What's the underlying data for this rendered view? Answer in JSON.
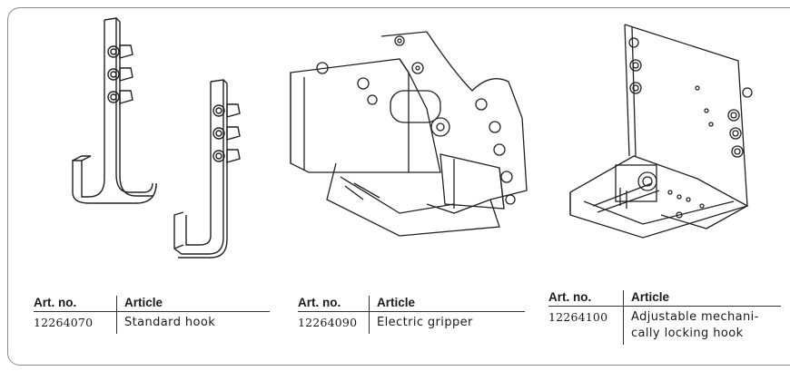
{
  "tables": [
    {
      "header": {
        "art_no": "Art. no.",
        "article": "Article"
      },
      "row": {
        "art_no": "12264070",
        "article": "Standard hook"
      }
    },
    {
      "header": {
        "art_no": "Art. no.",
        "article": "Article"
      },
      "row": {
        "art_no": "12264090",
        "article": "Electric gripper"
      }
    },
    {
      "header": {
        "art_no": "Art. no.",
        "article": "Article"
      },
      "row": {
        "art_no": "12264100",
        "article_line1": "Adjustable mechani-",
        "article_line2": "cally locking hook"
      }
    }
  ],
  "drawings": {
    "item1": "standard-hook-drawing",
    "item2": "electric-gripper-drawing",
    "item3": "adjustable-locking-hook-drawing"
  },
  "colors": {
    "line": "#222222",
    "frame": "#8a8a8a"
  }
}
